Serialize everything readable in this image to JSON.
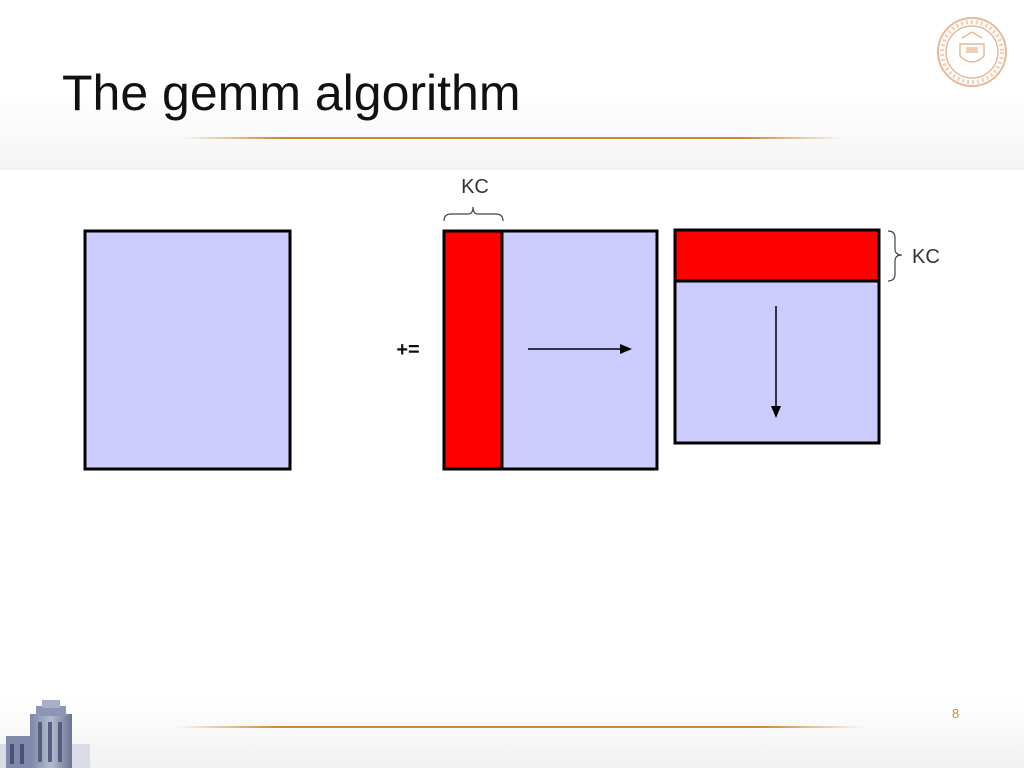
{
  "slide": {
    "title": "The gemm algorithm",
    "page_number": "8"
  },
  "diagram": {
    "operator": "+=",
    "kc_label_top": "KC",
    "kc_label_right": "KC",
    "colors": {
      "matrix_fill": "#ccccff",
      "highlight_fill": "#ff0000",
      "border": "#000000",
      "accent_rule": "#c98a3a"
    },
    "icons": [
      "university-seal-icon",
      "tower-icon"
    ]
  }
}
